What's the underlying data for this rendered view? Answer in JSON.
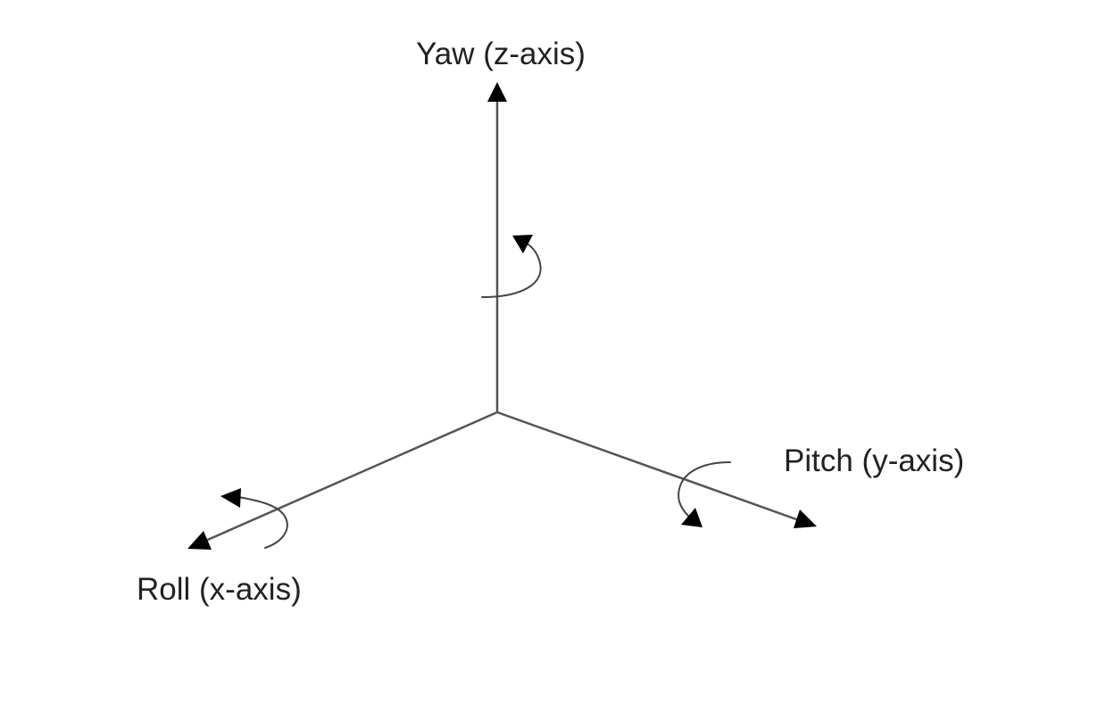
{
  "axes": {
    "yaw": {
      "label": "Yaw (z-axis)"
    },
    "pitch": {
      "label": "Pitch (y-axis)"
    },
    "roll": {
      "label": "Roll (x-axis)"
    }
  },
  "colors": {
    "background": "#ffffff",
    "axis_stroke": "#555555",
    "arrow_fill": "#000000",
    "text": "#222222"
  }
}
